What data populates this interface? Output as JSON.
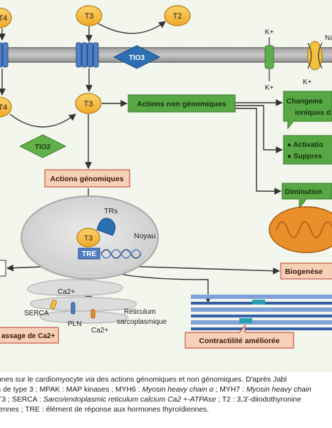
{
  "hormones": {
    "t4_top": "T4",
    "t3_top": "T3",
    "t2": "T2",
    "t4_inner": "T4",
    "t3_inner": "T3",
    "t3_nucleus": "T3"
  },
  "enzymes": {
    "tio3": "TIO3",
    "tio2": "TIO2"
  },
  "ions": {
    "k_top": "K+",
    "k_bottom": "K+",
    "k_right": "K+",
    "na": "Na",
    "ca_upper": "Ca2+",
    "ca_lower": "Ca2+"
  },
  "boxes": {
    "non_genomic": "Actions non génomiques",
    "genomic": "Actions génomiques",
    "ionic_line1": "Changeme",
    "ionic_line2": "ioniques d",
    "activation": "● Activatio",
    "suppression": "● Suppres",
    "decrease": "Diminution",
    "biogenesis": "Biogenèse",
    "contractility": "Contractilité améliorée",
    "calcium": "assage de Ca2+"
  },
  "labels": {
    "trs": "TRs",
    "nucleus": "Noyau",
    "tre": "TRE",
    "serca": "SERCA",
    "pln": "PLN",
    "reticulum_line1": "Réticulum",
    "reticulum_line2": "sarcoplasmique"
  },
  "caption": {
    "line1_pre": "nnes sur le cardiomyocyte ",
    "line1_via": "via",
    "line1_post": " des actions génomiques et non génomiques. D'après Jabl",
    "line2_pre": "s de type 3 ; MPAK : MAP kinases ; MYH6 : ",
    "line2_myh6": "Myosin heavy chain α",
    "line2_mid": " ; MYH7 : ",
    "line2_myh7": "Myosin heavy chain",
    "line3_pre": "T3 ; SERCA : ",
    "line3_serca": "Sarco/endoplasmic reticulum calcium Ca2 +-ATPAse",
    "line3_post": " ; T2 : 3,3'-diiodothyronine",
    "line4": "iennes ; TRE : élément de réponse aux hormones thyroïdiennes."
  },
  "colors": {
    "background": "#f2f6ec",
    "membrane": "#8c8c8c",
    "hormone_fill": "#f7b93a",
    "green_box": "#57a845",
    "green_diamond": "#62b04a",
    "blue_diamond": "#2d6fb3",
    "salmon_box": "#f7d1b5",
    "salmon_border": "#c0392b",
    "channel_blue": "#4f7fc4",
    "mitochondria": "#e9902d",
    "muscle_blue": "#355fa8",
    "arrow": "#333333"
  }
}
